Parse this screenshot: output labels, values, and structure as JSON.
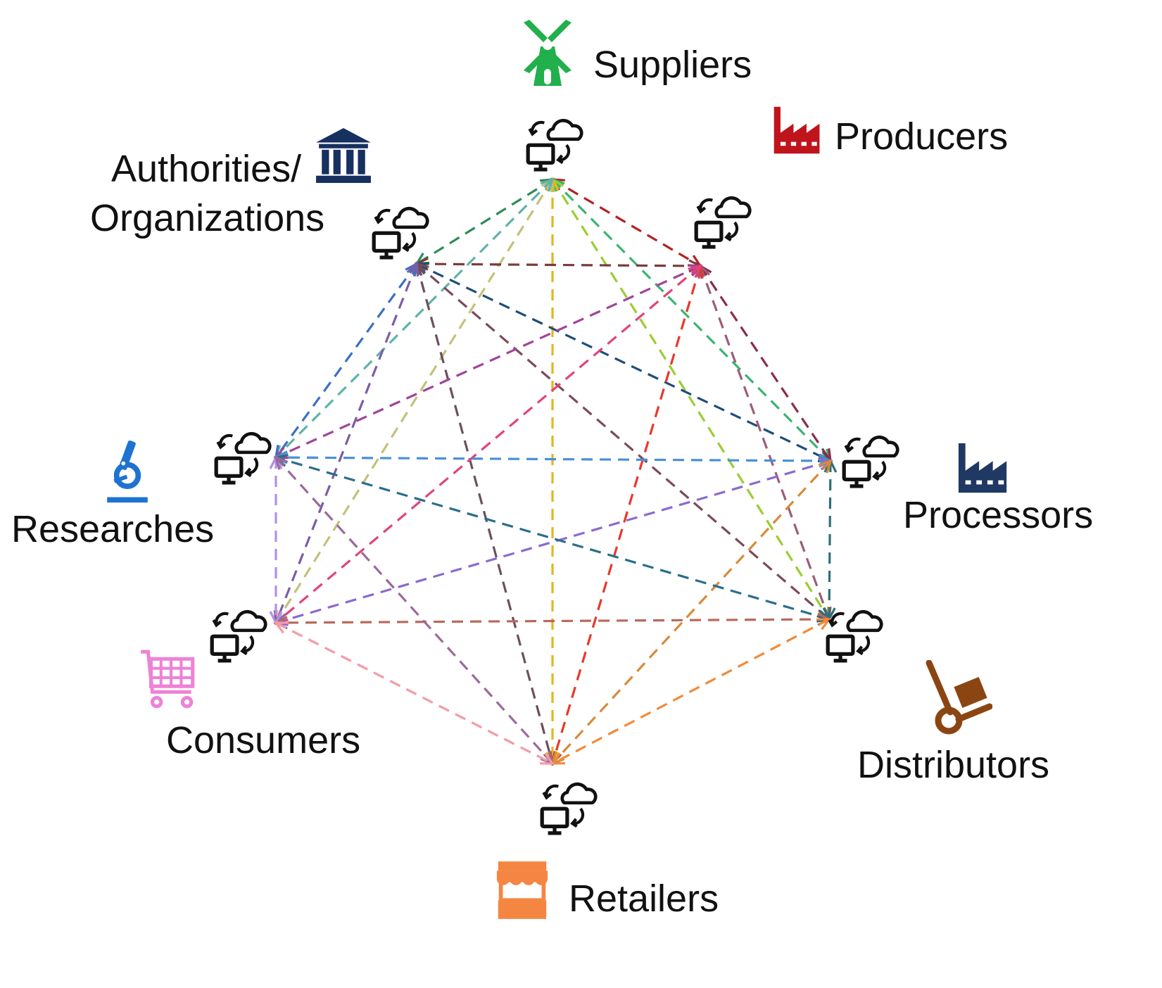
{
  "nodes": [
    {
      "id": "suppliers",
      "label": "Suppliers",
      "icon": "windmill-icon",
      "color": "#21b04b"
    },
    {
      "id": "producers",
      "label": "Producers",
      "icon": "factory-icon",
      "color": "#c0141c"
    },
    {
      "id": "processors",
      "label": "Processors",
      "icon": "factory-icon",
      "color": "#1f3864"
    },
    {
      "id": "distributors",
      "label": "Distributors",
      "icon": "hand-truck-icon",
      "color": "#8b4513"
    },
    {
      "id": "retailers",
      "label": "Retailers",
      "icon": "storefront-icon",
      "color": "#f58642"
    },
    {
      "id": "consumers",
      "label": "Consumers",
      "icon": "shopping-cart-icon",
      "color": "#ee82d6"
    },
    {
      "id": "researches",
      "label": "Researches",
      "icon": "microscope-icon",
      "color": "#1e73d2"
    },
    {
      "id": "authorities",
      "label_line1": "Authorities/",
      "label_line2": "Organizations",
      "icon": "government-building-icon",
      "color": "#16305f"
    }
  ],
  "node_icon": "computer-cloud-sync-icon",
  "edges": [
    {
      "from": "suppliers",
      "to": "authorities",
      "color": "#2e8b57"
    },
    {
      "from": "suppliers",
      "to": "producers",
      "color": "#b22222"
    },
    {
      "from": "suppliers",
      "to": "processors",
      "color": "#3cb371"
    },
    {
      "from": "suppliers",
      "to": "distributors",
      "color": "#9acd32"
    },
    {
      "from": "suppliers",
      "to": "retailers",
      "color": "#e6b422"
    },
    {
      "from": "suppliers",
      "to": "consumers",
      "color": "#c2c27a"
    },
    {
      "from": "suppliers",
      "to": "researches",
      "color": "#5fb3a8"
    },
    {
      "from": "authorities",
      "to": "producers",
      "color": "#7a3b3b"
    },
    {
      "from": "authorities",
      "to": "processors",
      "color": "#1f4e79"
    },
    {
      "from": "authorities",
      "to": "distributors",
      "color": "#7b4a5a"
    },
    {
      "from": "authorities",
      "to": "retailers",
      "color": "#6b4f5f"
    },
    {
      "from": "authorities",
      "to": "researches",
      "color": "#3a6fc4"
    },
    {
      "from": "authorities",
      "to": "consumers",
      "color": "#7c5ca8"
    },
    {
      "from": "producers",
      "to": "processors",
      "color": "#8b2c4a"
    },
    {
      "from": "producers",
      "to": "distributors",
      "color": "#9c5c7a"
    },
    {
      "from": "producers",
      "to": "retailers",
      "color": "#e8382a"
    },
    {
      "from": "producers",
      "to": "researches",
      "color": "#a0449a"
    },
    {
      "from": "producers",
      "to": "consumers",
      "color": "#e0447a"
    },
    {
      "from": "processors",
      "to": "researches",
      "color": "#4a8fd8"
    },
    {
      "from": "processors",
      "to": "distributors",
      "color": "#2f6f77"
    },
    {
      "from": "processors",
      "to": "consumers",
      "color": "#8a6ad0"
    },
    {
      "from": "processors",
      "to": "retailers",
      "color": "#d88a3a"
    },
    {
      "from": "distributors",
      "to": "researches",
      "color": "#2a6e8a"
    },
    {
      "from": "distributors",
      "to": "consumers",
      "color": "#b86a5a"
    },
    {
      "from": "distributors",
      "to": "retailers",
      "color": "#f08a3a"
    },
    {
      "from": "researches",
      "to": "consumers",
      "color": "#b48ee8"
    },
    {
      "from": "researches",
      "to": "retailers",
      "color": "#9a6a9a"
    },
    {
      "from": "consumers",
      "to": "retailers",
      "color": "#f59aa6"
    }
  ]
}
